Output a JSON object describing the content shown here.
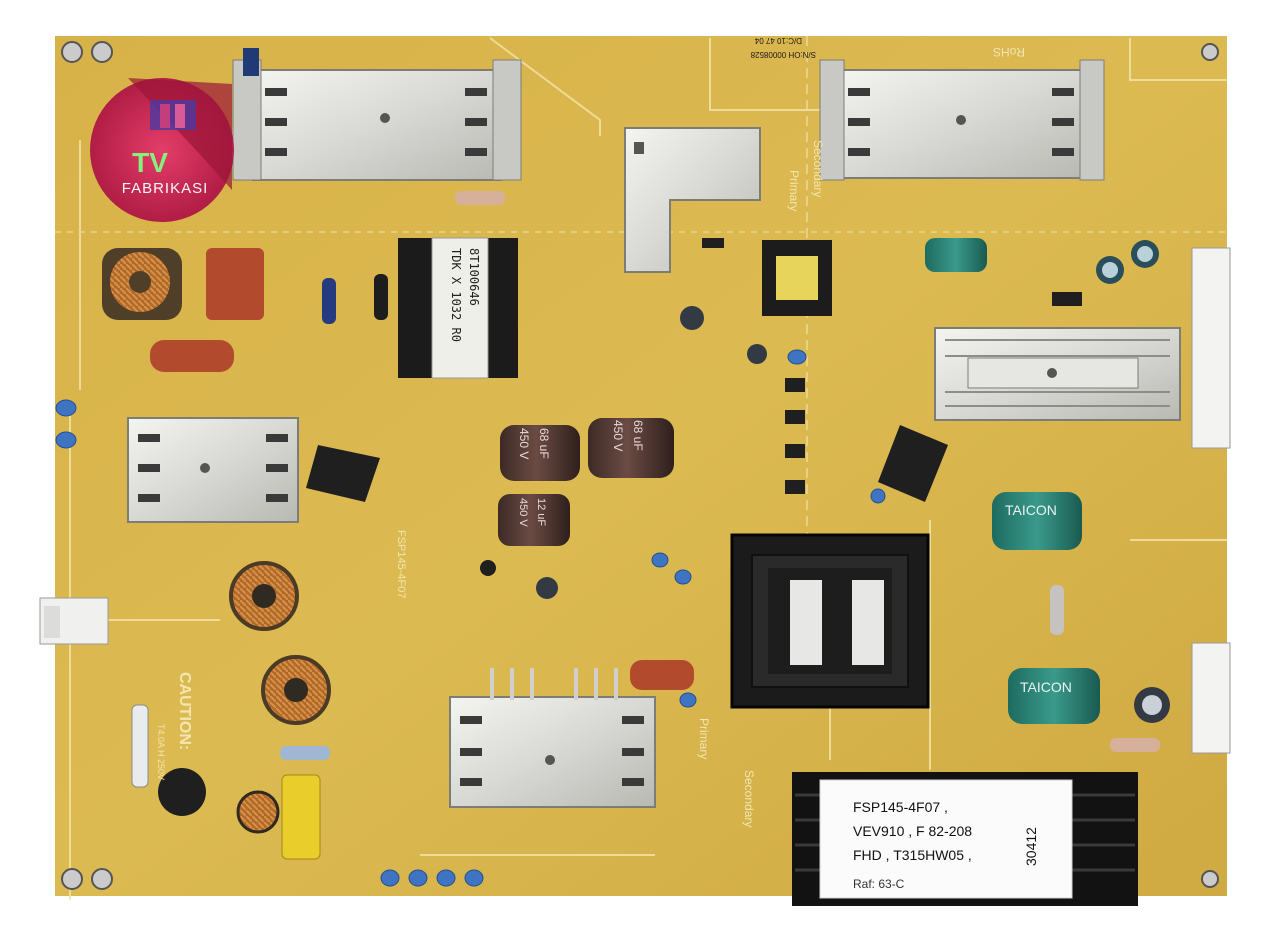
{
  "colors": {
    "board": "#d9b44a",
    "board_shadow": "#c39a37",
    "board_text": "#f3e6b0",
    "logo_disc": "#d32a56",
    "logo_tv_text": "#86f07d"
  },
  "logo": {
    "line1": "TV",
    "line2": "FABRIKASI"
  },
  "labels": {
    "sticker": {
      "line1": "FSP145-4F07 ,",
      "line2": "VEV910 , F 82-208",
      "line3": "FHD , T315HW05 ,",
      "rotated_code": "30412",
      "raf": "Raf:  63-C"
    },
    "silkscreen": {
      "caution_title": "CAUTION:",
      "caution_note": "T4.0A H 250V",
      "model": "FSP145-4F07",
      "primary_top": "Primary",
      "secondary_top": "Secondary",
      "primary_bottom": "Primary",
      "secondary_bottom": "Secondary",
      "rohs": "RoHS",
      "serial": "S/N:OH 00008528",
      "date_code": "D/C:10 47 04",
      "transformer_line1": "8T100646",
      "transformer_line2": "TDK X 1032 R0"
    },
    "capacitors": {
      "cap1_value": "68 uF",
      "cap1_voltage": "450 V",
      "cap2_value": "68 uF",
      "cap2_voltage": "450 V",
      "cap3_value": "12 uF",
      "cap3_voltage": "450 V",
      "taicon_1": "TAICON",
      "taicon_2": "TAICON"
    }
  }
}
